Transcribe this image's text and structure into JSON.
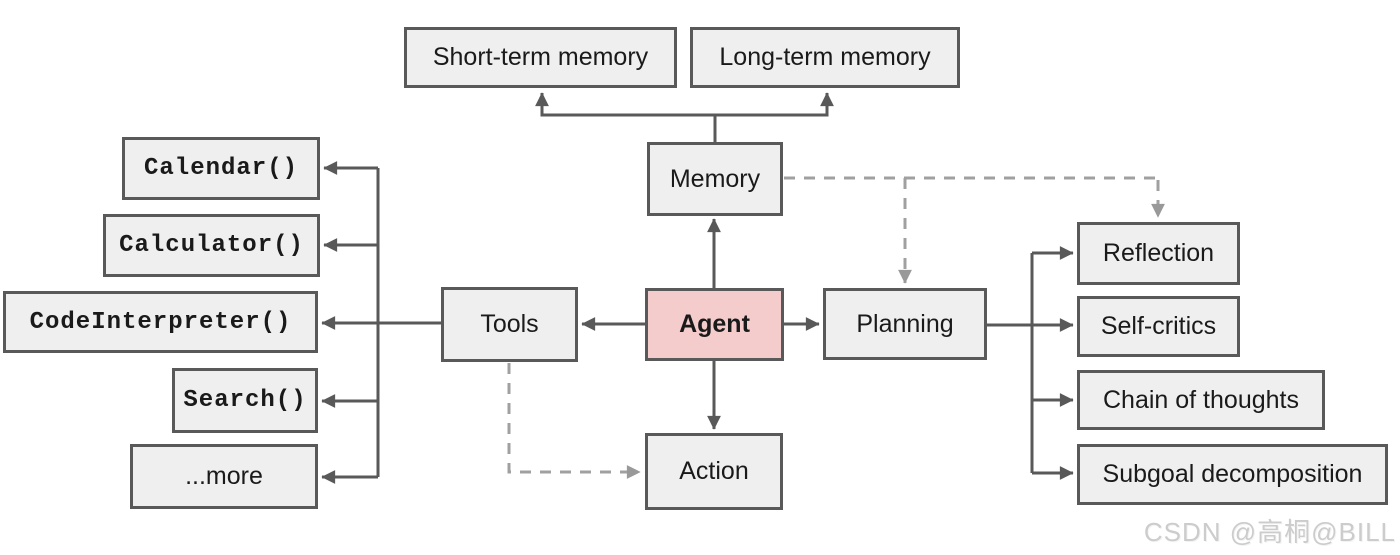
{
  "nodes": {
    "short_term_memory": {
      "label": "Short-term memory"
    },
    "long_term_memory": {
      "label": "Long-term memory"
    },
    "memory": {
      "label": "Memory"
    },
    "agent": {
      "label": "Agent"
    },
    "tools": {
      "label": "Tools"
    },
    "planning": {
      "label": "Planning"
    },
    "action": {
      "label": "Action"
    },
    "calendar": {
      "label": "Calendar()"
    },
    "calculator": {
      "label": "Calculator()"
    },
    "code_interpreter": {
      "label": "CodeInterpreter()"
    },
    "search": {
      "label": "Search()"
    },
    "more": {
      "label": "...more"
    },
    "reflection": {
      "label": "Reflection"
    },
    "self_critics": {
      "label": "Self-critics"
    },
    "chain_of_thoughts": {
      "label": "Chain of thoughts"
    },
    "subgoal_decomposition": {
      "label": "Subgoal decomposition"
    }
  },
  "colors": {
    "node_fill": "#efefef",
    "node_border": "#595959",
    "agent_fill": "#f4cccc",
    "solid_line": "#595959",
    "dashed_line": "#a0a0a0",
    "watermark_text": "#cccccc"
  },
  "watermark": {
    "text": "CSDN @高桐@BILL"
  }
}
